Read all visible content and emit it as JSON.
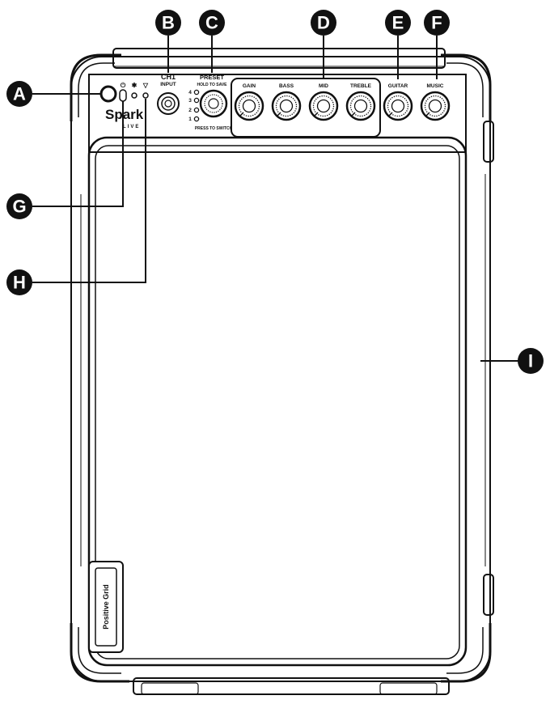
{
  "colors": {
    "ink": "#111111",
    "paper": "#ffffff",
    "callout": "#111111"
  },
  "brand": {
    "name": "Spark",
    "sub": "LIVE",
    "grille_badge": "Positive Grid"
  },
  "status_icons": {
    "power": "power-icon",
    "bluetooth": "bluetooth-icon",
    "wifi": "wifi-icon"
  },
  "input": {
    "title": "CH1",
    "label": "INPUT"
  },
  "preset": {
    "title": "PRESET",
    "hold": "HOLD TO SAVE",
    "press": "PRESS TO SWITCH",
    "numbers": [
      "4",
      "3",
      "2",
      "1"
    ]
  },
  "knobs": {
    "gain": "GAIN",
    "bass": "BASS",
    "mid": "MID",
    "treble": "TREBLE",
    "guitar": "GUITAR",
    "music": "MUSIC"
  },
  "callouts": [
    "A",
    "B",
    "C",
    "D",
    "E",
    "F",
    "G",
    "H",
    "I"
  ]
}
